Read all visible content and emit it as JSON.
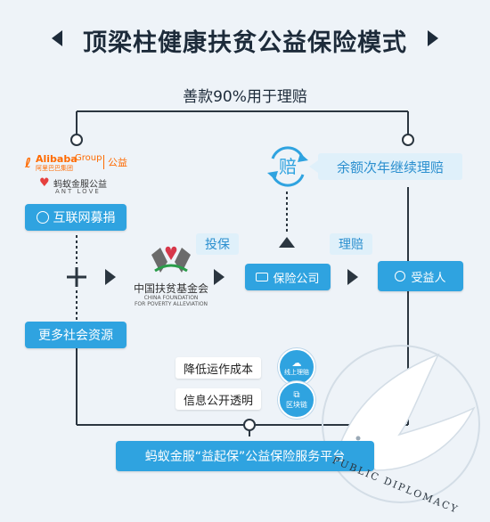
{
  "title": "顶梁柱健康扶贫公益保险模式",
  "top_label": "善款90%用于理赔",
  "alibaba": {
    "brand": "Alibaba",
    "group": "Group",
    "sub": "阿里巴巴集团",
    "charity": "公益"
  },
  "antlove": {
    "cn": "蚂蚁金服公益",
    "en": "ANT LOVE"
  },
  "internet_fund": "互联网募捐",
  "more_resources": "更多社会资源",
  "foundation": {
    "cn": "中国扶贫基金会",
    "en1": "CHINA FOUNDATION",
    "en2": "FOR POVERTY ALLEVIATION"
  },
  "insure_tag": "投保",
  "claim_tag": "理赔",
  "insurer": "保险公司",
  "beneficiary": "受益人",
  "pay_char": "赔",
  "rollover": "余额次年继续理赔",
  "cost_label": "降低运作成本",
  "cost_badge": "线上理赔",
  "info_label": "信息公开透明",
  "info_badge": "区块链",
  "platform": "蚂蚁金服“益起保”公益保险服务平台",
  "watermark": "PUBLIC DIPLOMACY",
  "colors": {
    "accent": "#2fa3e0",
    "dark": "#1d2b3a",
    "line": "#2b3640"
  }
}
